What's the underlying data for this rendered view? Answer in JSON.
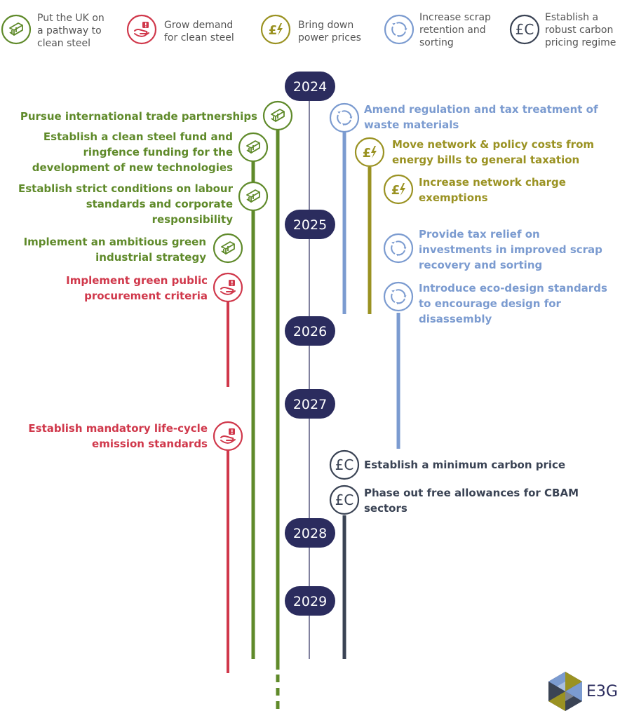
{
  "colors": {
    "steel": "#5f8a2a",
    "demand": "#d0384b",
    "power": "#9a9222",
    "scrap": "#7b9bd0",
    "carbon": "#3a4354",
    "year_fill": "#2b2c5e",
    "axis": "#2b2c5e"
  },
  "legend": [
    {
      "theme": "steel",
      "icon": "steel-beam-icon",
      "text": "Put the UK on a pathway to clean steel"
    },
    {
      "theme": "demand",
      "icon": "demand-hand-icon",
      "text": "Grow demand for clean steel"
    },
    {
      "theme": "power",
      "icon": "pound-power-icon",
      "text": "Bring down power prices"
    },
    {
      "theme": "scrap",
      "icon": "recycle-icon",
      "text": "Increase scrap retention and sorting"
    },
    {
      "theme": "carbon",
      "icon": "carbon-price-icon",
      "text": "Establish a robust carbon pricing regime"
    }
  ],
  "years": [
    "2024",
    "2025",
    "2026",
    "2027",
    "2028",
    "2029"
  ],
  "actions": [
    {
      "theme": "steel",
      "text": "Pursue international trade partnerships"
    },
    {
      "theme": "steel",
      "text": "Establish a clean steel fund and ringfence funding for the development of new technologies"
    },
    {
      "theme": "steel",
      "text": "Establish strict conditions on labour standards and corporate responsibility"
    },
    {
      "theme": "steel",
      "text": "Implement an ambitious green industrial strategy"
    },
    {
      "theme": "demand",
      "text": "Implement green public procurement criteria"
    },
    {
      "theme": "demand",
      "text": "Establish mandatory life-cycle emission standards"
    },
    {
      "theme": "scrap",
      "text": "Amend regulation and tax treatment of waste materials"
    },
    {
      "theme": "power",
      "text": "Move network & policy costs from energy bills to general taxation"
    },
    {
      "theme": "power",
      "text": "Increase network charge exemptions"
    },
    {
      "theme": "scrap",
      "text": "Provide tax relief on investments in improved scrap recovery and sorting"
    },
    {
      "theme": "scrap",
      "text": "Introduce eco-design standards to encourage design for disassembly"
    },
    {
      "theme": "carbon",
      "text": "Establish a minimum carbon price"
    },
    {
      "theme": "carbon",
      "text": "Phase out free allowances for CBAM sectors"
    }
  ],
  "brand": {
    "name": "E3G"
  }
}
